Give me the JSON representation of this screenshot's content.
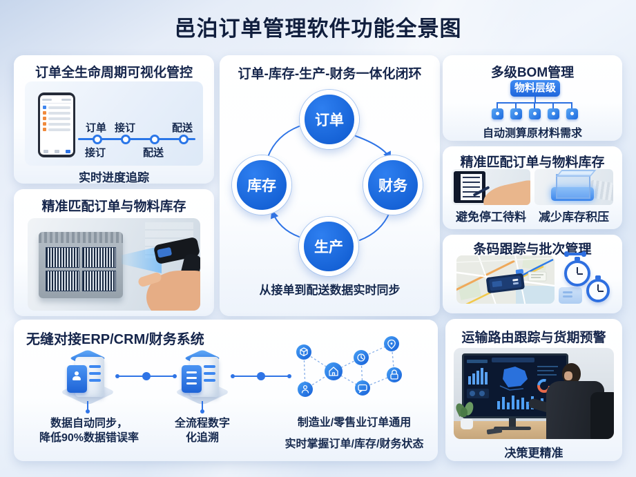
{
  "title": "邑泊订单管理软件功能全景图",
  "colors": {
    "primary_blue": "#1f6ade",
    "navy": "#15254b"
  },
  "panels": {
    "lifecycle": {
      "title": "订单全生命周期可视化管控",
      "labels_top": [
        "订单",
        "接订",
        "配送"
      ],
      "labels_bottom": [
        "接订",
        "配送"
      ],
      "caption": "实时进度追踪"
    },
    "match_left": {
      "title": "精准匹配订单与物料库存"
    },
    "cycle": {
      "title": "订单-库存-生产-财务一体化闭环",
      "nodes": {
        "top": "订单",
        "left": "库存",
        "right": "财务",
        "bottom": "生产"
      },
      "caption": "从接单到配送数据实时同步"
    },
    "bom": {
      "title": "多级BOM管理",
      "box_label": "物料层级",
      "caption": "自动测算原材料需求"
    },
    "match_right": {
      "title": "精准匹配订单与物料库存",
      "captions": [
        "避免停工待料",
        "减少库存积压"
      ]
    },
    "barcode": {
      "title": "条码跟踪与批次管理"
    },
    "transport": {
      "title": "运输路由跟踪与货期预警",
      "caption": "决策更精准"
    },
    "erp": {
      "title": "无缝对接ERP/CRM/财务系统",
      "sync_line1": "数据自动同步，",
      "sync_line2": "降低90%数据错误率",
      "trace_line1": "全流程数字",
      "trace_line2": "化追溯",
      "industry": "制造业/零售业订单通用",
      "status": "实时掌握订单/库存/财务状态"
    }
  }
}
